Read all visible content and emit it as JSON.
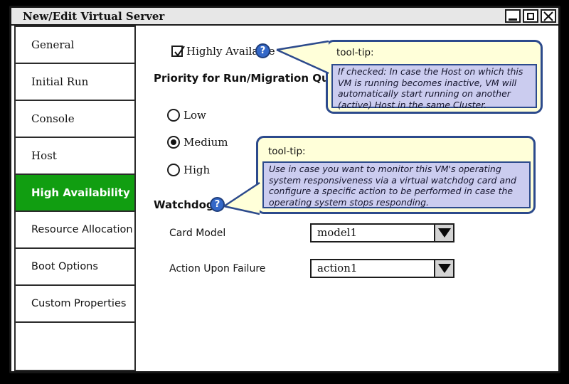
{
  "window": {
    "title": "New/Edit Virtual Server"
  },
  "sidebar": {
    "items": [
      {
        "label": "General",
        "selected": false
      },
      {
        "label": "Initial Run",
        "selected": false
      },
      {
        "label": "Console",
        "selected": false
      },
      {
        "label": "Host",
        "selected": false
      },
      {
        "label": "High Availability",
        "selected": true
      },
      {
        "label": "Resource Allocation",
        "selected": false
      },
      {
        "label": "Boot Options",
        "selected": false
      },
      {
        "label": "Custom Properties",
        "selected": false
      }
    ]
  },
  "content": {
    "highly_available": {
      "label": "Highly Available",
      "checked": true
    },
    "help_glyph": "?",
    "priority_heading": "Priority for Run/Migration Queue",
    "priority_options": [
      {
        "label": "Low",
        "selected": false
      },
      {
        "label": "Medium",
        "selected": true
      },
      {
        "label": "High",
        "selected": false
      }
    ],
    "watchdog_heading": "Watchdog",
    "card_model": {
      "label": "Card Model",
      "value": "model1"
    },
    "action_upon_failure": {
      "label": "Action Upon Failure",
      "value": "action1"
    }
  },
  "tooltips": [
    {
      "title": "tool-tip:",
      "body": "If checked: In case the Host on which this VM is running becomes inactive, VM will automatically start running on another (active) Host in the same Cluster."
    },
    {
      "title": "tool-tip:",
      "body": "Use in case you want to monitor this VM's operating system responsiveness via a virtual watchdog card and configure a specific action to be performed in case the operating system stops responding."
    }
  ],
  "colors": {
    "selected_tab_green": "#119e11",
    "tooltip_bg": "#ffffd9",
    "tooltip_body_bg": "#cbccef",
    "tooltip_border": "#2c4a8c",
    "help_icon_fill": "#3468c8",
    "help_icon_border": "#1f3e7c",
    "titlebar_bg": "#e7e7e7"
  }
}
